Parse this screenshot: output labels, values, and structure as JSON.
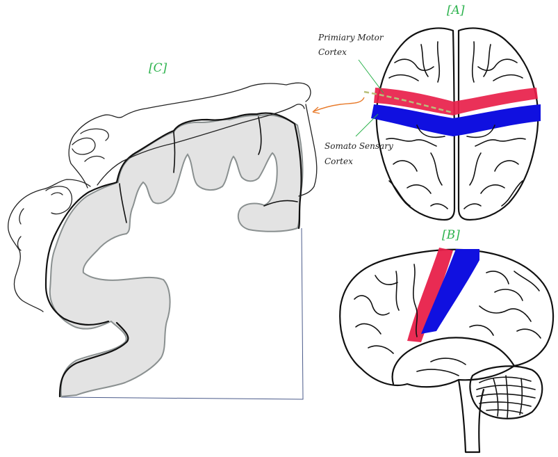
{
  "labels": {
    "panel_a": "[A]",
    "panel_b": "[B]",
    "panel_c": "[C]",
    "motor_line1": "Primiary Motor",
    "motor_line2": "Cortex",
    "sensory_line1": "Somato Sensary",
    "sensory_line2": "Cortex"
  },
  "colors": {
    "label_green": "#2bb24c",
    "motor_red": "#e8204a",
    "sensory_blue": "#1010e0",
    "cortex_gray": "#e3e3e3",
    "arrow_orange": "#e87a2a",
    "dashed_line": "#b8c07a"
  }
}
